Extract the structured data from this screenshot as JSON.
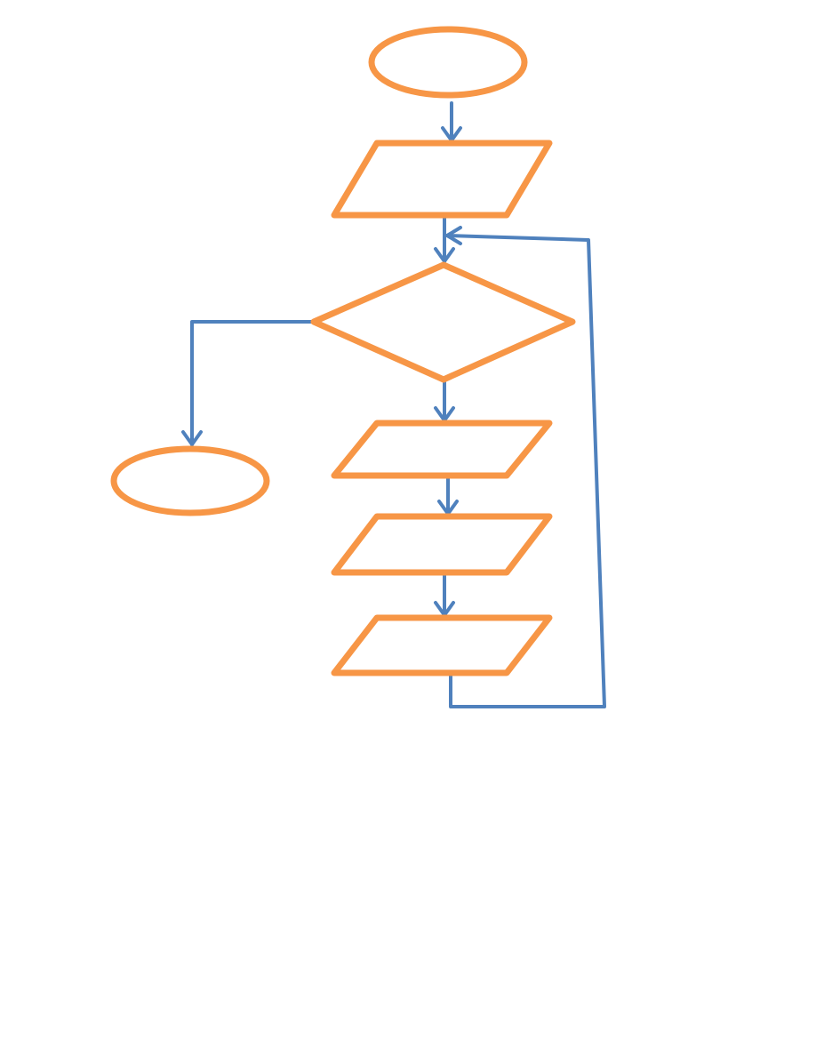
{
  "diagram": {
    "type": "flowchart",
    "text_labels": "none",
    "colors": {
      "shape_stroke": "#F79646",
      "connector": "#4F81BD",
      "background": "#FFFFFF"
    },
    "nodes": [
      {
        "id": "start",
        "shape": "ellipse"
      },
      {
        "id": "input",
        "shape": "parallelogram"
      },
      {
        "id": "condition",
        "shape": "diamond"
      },
      {
        "id": "end",
        "shape": "ellipse"
      },
      {
        "id": "step-1",
        "shape": "parallelogram"
      },
      {
        "id": "step-2",
        "shape": "parallelogram"
      },
      {
        "id": "step-3",
        "shape": "parallelogram"
      }
    ],
    "edges": [
      {
        "from": "start",
        "to": "input"
      },
      {
        "from": "input",
        "to": "condition"
      },
      {
        "from": "condition",
        "to": "end"
      },
      {
        "from": "condition",
        "to": "step-1"
      },
      {
        "from": "step-1",
        "to": "step-2"
      },
      {
        "from": "step-2",
        "to": "step-3"
      },
      {
        "from": "step-3",
        "to": "condition"
      }
    ]
  }
}
